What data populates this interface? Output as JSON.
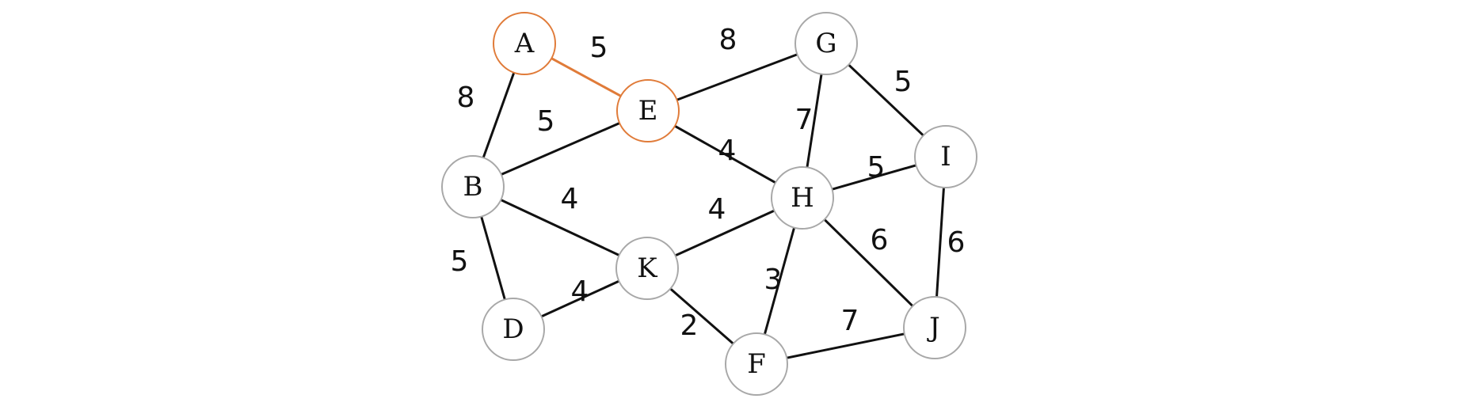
{
  "graph": {
    "highlight_color": "#e07b39",
    "default_edge_color": "#111111",
    "default_node_stroke": "#a8a8a8",
    "nodes": [
      {
        "id": "A",
        "label": "A",
        "highlighted": true
      },
      {
        "id": "B",
        "label": "B",
        "highlighted": false
      },
      {
        "id": "D",
        "label": "D",
        "highlighted": false
      },
      {
        "id": "E",
        "label": "E",
        "highlighted": true
      },
      {
        "id": "F",
        "label": "F",
        "highlighted": false
      },
      {
        "id": "G",
        "label": "G",
        "highlighted": false
      },
      {
        "id": "H",
        "label": "H",
        "highlighted": false
      },
      {
        "id": "I",
        "label": "I",
        "highlighted": false
      },
      {
        "id": "J",
        "label": "J",
        "highlighted": false
      },
      {
        "id": "K",
        "label": "K",
        "highlighted": false
      }
    ],
    "edges": [
      {
        "from": "A",
        "to": "E",
        "weight": "5",
        "highlighted": true
      },
      {
        "from": "A",
        "to": "B",
        "weight": "8",
        "highlighted": false
      },
      {
        "from": "E",
        "to": "G",
        "weight": "8",
        "highlighted": false
      },
      {
        "from": "B",
        "to": "E",
        "weight": "5",
        "highlighted": false
      },
      {
        "from": "E",
        "to": "H",
        "weight": "4",
        "highlighted": false
      },
      {
        "from": "G",
        "to": "H",
        "weight": "7",
        "highlighted": false
      },
      {
        "from": "G",
        "to": "I",
        "weight": "5",
        "highlighted": false
      },
      {
        "from": "H",
        "to": "I",
        "weight": "5",
        "highlighted": false
      },
      {
        "from": "B",
        "to": "K",
        "weight": "4",
        "highlighted": false
      },
      {
        "from": "K",
        "to": "H",
        "weight": "4",
        "highlighted": false
      },
      {
        "from": "B",
        "to": "D",
        "weight": "5",
        "highlighted": false
      },
      {
        "from": "D",
        "to": "K",
        "weight": "4",
        "highlighted": false
      },
      {
        "from": "K",
        "to": "F",
        "weight": "2",
        "highlighted": false
      },
      {
        "from": "H",
        "to": "F",
        "weight": "3",
        "highlighted": false
      },
      {
        "from": "H",
        "to": "J",
        "weight": "6",
        "highlighted": false
      },
      {
        "from": "I",
        "to": "J",
        "weight": "6",
        "highlighted": false
      },
      {
        "from": "F",
        "to": "J",
        "weight": "7",
        "highlighted": false
      }
    ]
  }
}
